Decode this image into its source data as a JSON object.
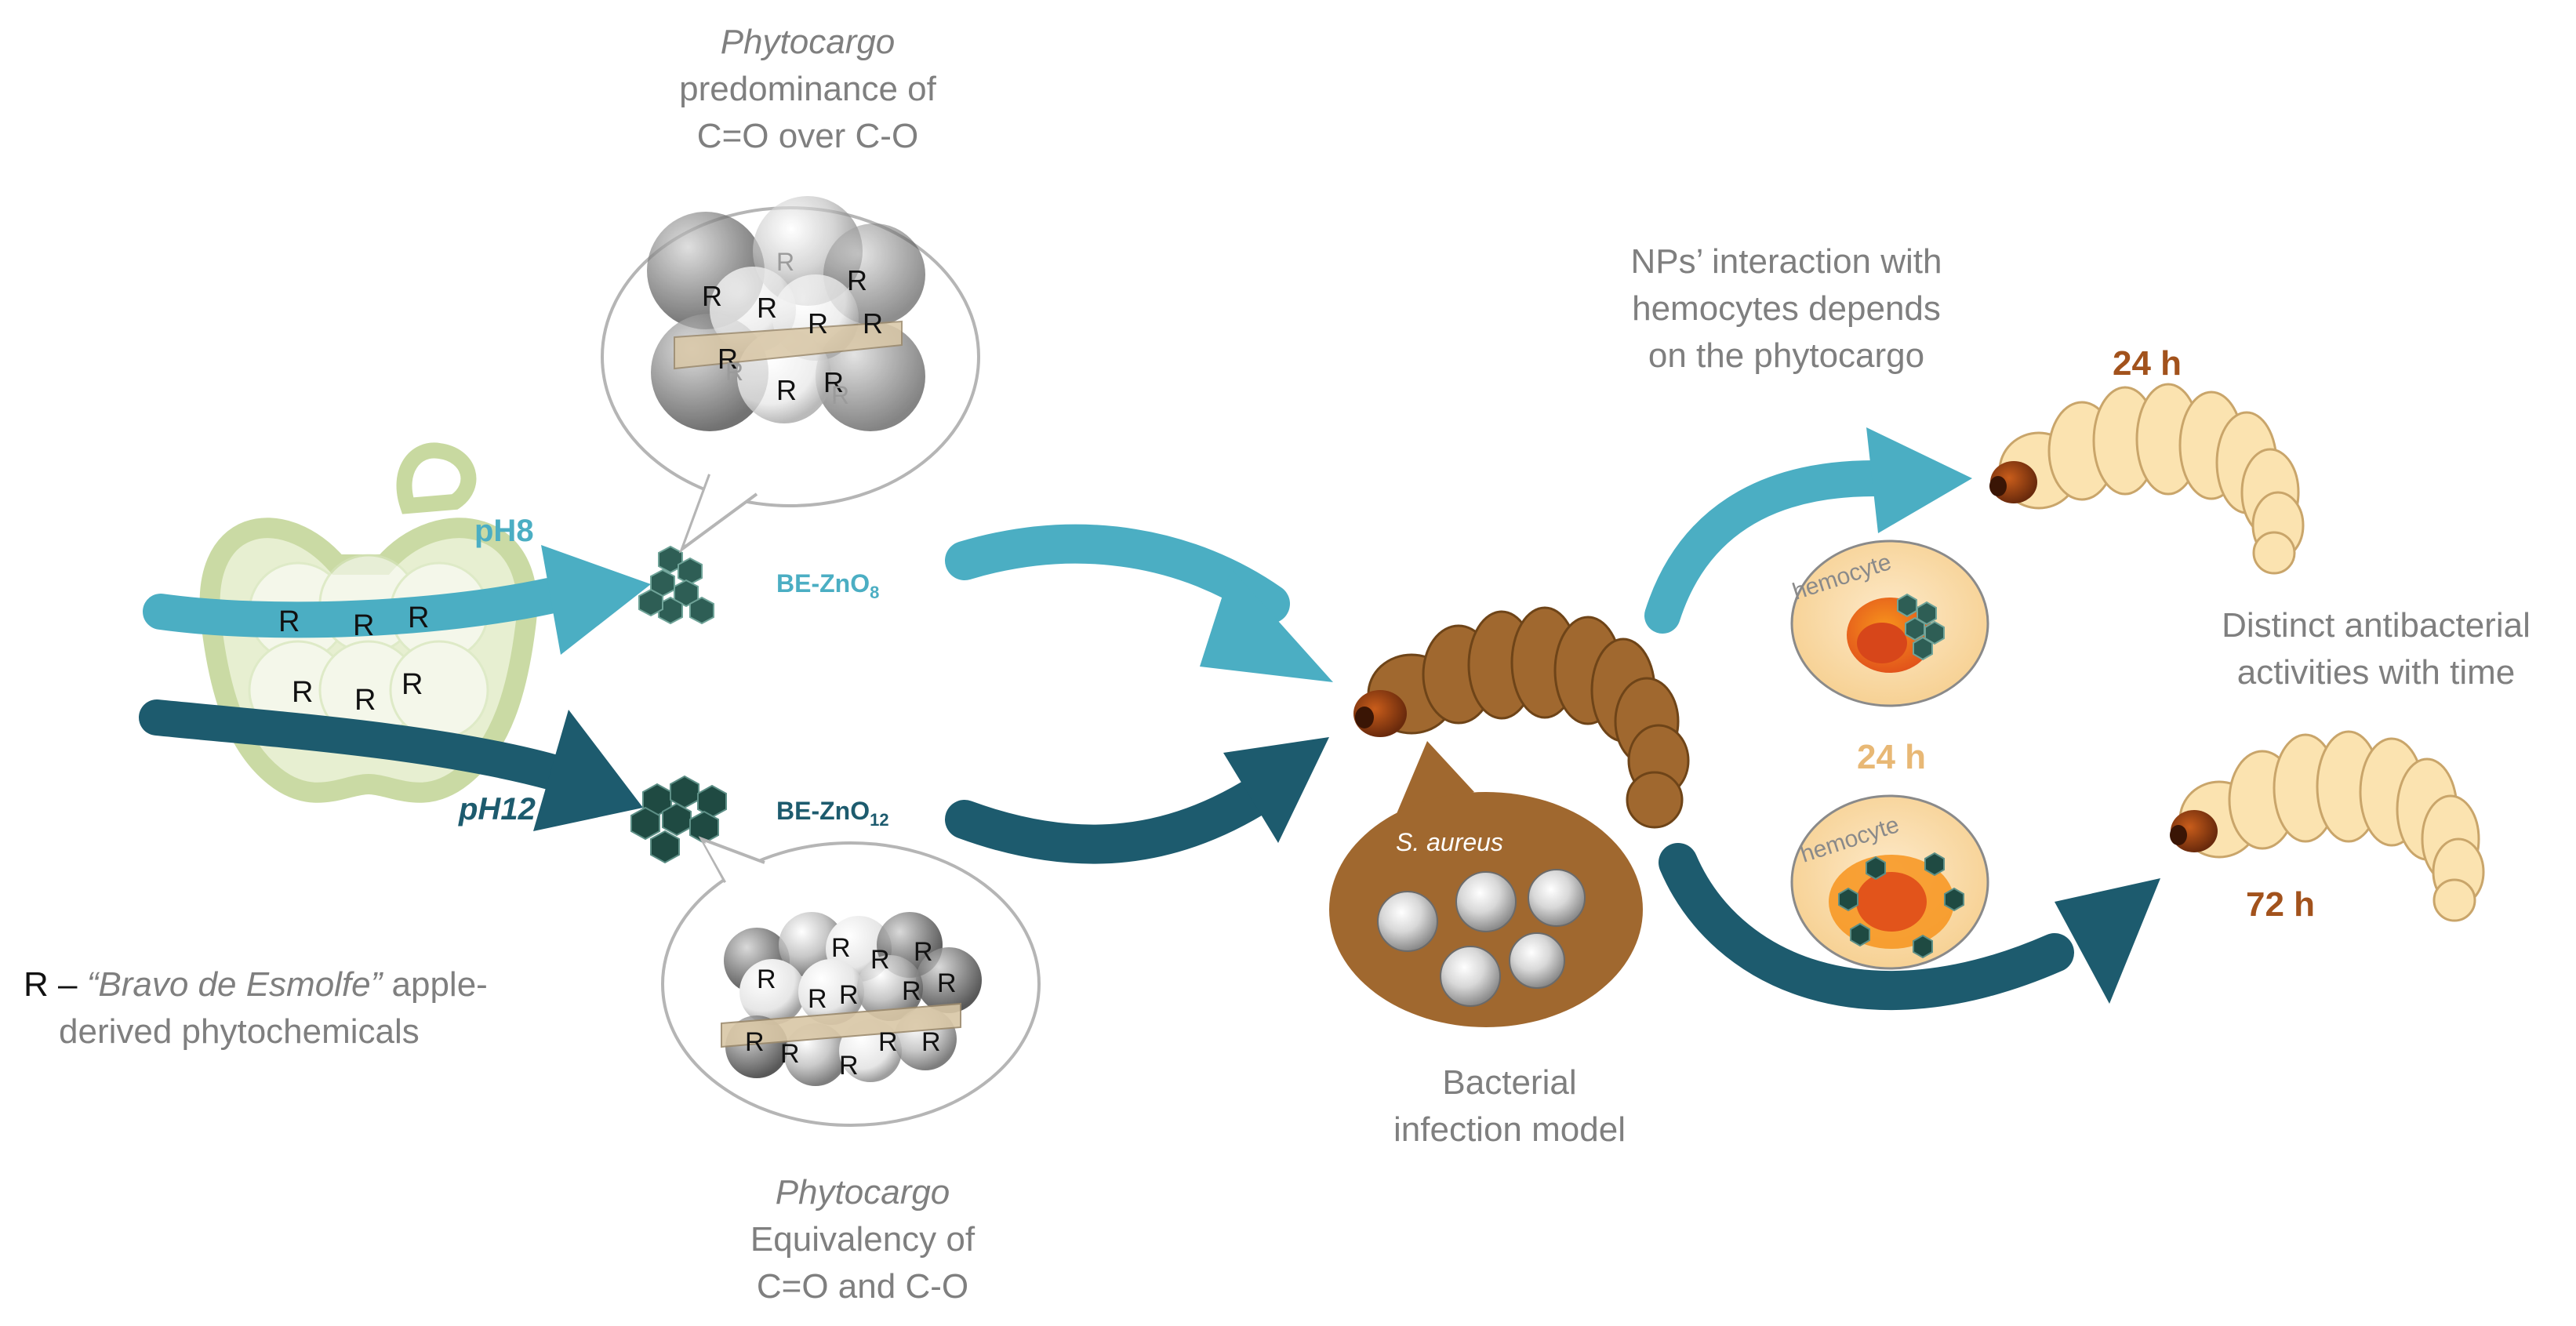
{
  "top_caption": {
    "italic": "Phytocargo",
    "line2": "predominance of",
    "line3": "C=O over C-O"
  },
  "bottom_caption": {
    "italic": "Phytocargo",
    "line2": "Equivalency of",
    "line3": "C=O and C-O"
  },
  "ph8_label": "pH8",
  "ph12_label": "pH12",
  "np8_label": {
    "base": "BE-ZnO",
    "sub": "8"
  },
  "np12_label": {
    "base": "BE-ZnO",
    "sub": "12"
  },
  "r_symbol": "R",
  "legend": {
    "prefix": "R – ",
    "italic": "“Bravo de Esmolfe”",
    "rest": " apple-",
    "line2": "derived phytochemicals"
  },
  "s_aureus": "S. aureus",
  "infection_model": {
    "line1": "Bacterial",
    "line2": "infection model"
  },
  "nps_interaction": {
    "line1": "NPs’ interaction with",
    "line2": "hemocytes depends",
    "line3": "on the phytocargo"
  },
  "hemocyte_label": "hemocyte",
  "time_top": "24 h",
  "time_mid": "24 h",
  "time_bottom": "72 h",
  "distinct": {
    "line1": "Distinct antibacterial",
    "line2": "activities with time"
  },
  "colors": {
    "light_teal": "#4BAEC3",
    "dark_teal": "#1D5B6E",
    "gray_text": "#7F7F7F",
    "larva_brown": "#A0682F",
    "larva_cream": "#FBE3B0",
    "time_brown": "#A2521C",
    "time_tan": "#E8B875",
    "np_green": "#2E5E55"
  }
}
